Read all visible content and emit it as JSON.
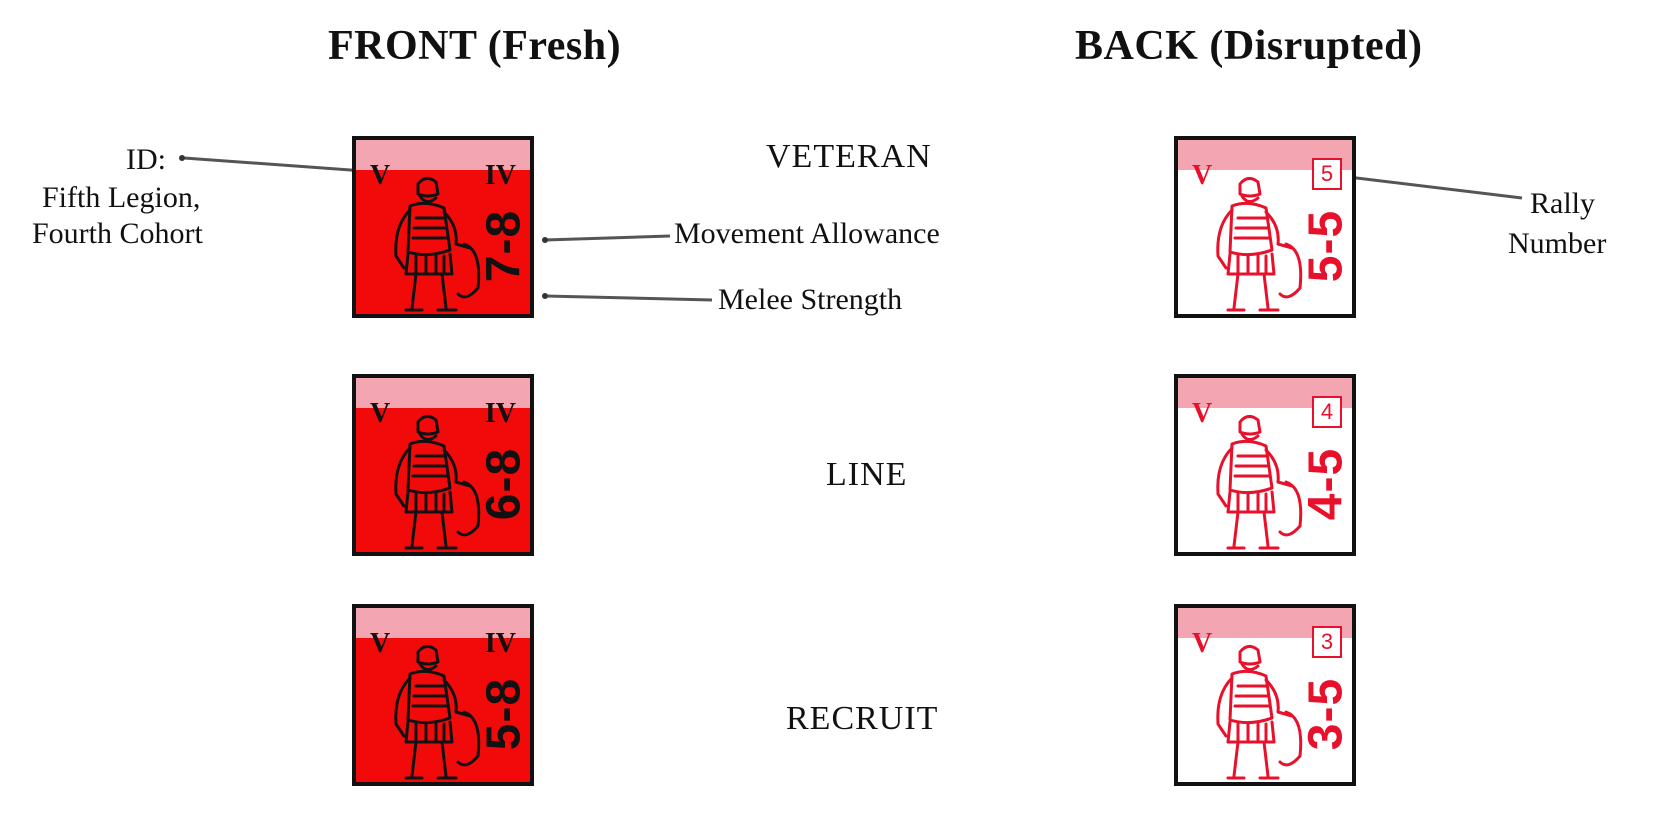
{
  "headers": {
    "front": "FRONT (Fresh)",
    "back": "BACK (Disrupted)"
  },
  "callouts": {
    "id_line1": "ID:",
    "id_line2": "Fifth Legion,",
    "id_line3": "Fourth Cohort",
    "movement": "Movement Allowance",
    "melee": "Melee Strength",
    "rally_line1": "Rally",
    "rally_line2": "Number"
  },
  "rows": [
    {
      "label": "VETERAN",
      "front": {
        "legion": "V",
        "cohort": "IV",
        "factors": "7-8"
      },
      "back": {
        "legion": "V",
        "rally": "5",
        "factors": "5-5"
      }
    },
    {
      "label": "LINE",
      "front": {
        "legion": "V",
        "cohort": "IV",
        "factors": "6-8"
      },
      "back": {
        "legion": "V",
        "rally": "4",
        "factors": "4-5"
      }
    },
    {
      "label": "RECRUIT",
      "front": {
        "legion": "V",
        "cohort": "IV",
        "factors": "5-8"
      },
      "back": {
        "legion": "V",
        "rally": "3",
        "factors": "3-5"
      }
    }
  ],
  "colors": {
    "front_fill": "#f20a0a",
    "band": "#f3a6b2",
    "back_ink": "#e8102a",
    "line_ink": "#111111"
  },
  "icons": {
    "counter_art": "roman-legionary-icon"
  }
}
